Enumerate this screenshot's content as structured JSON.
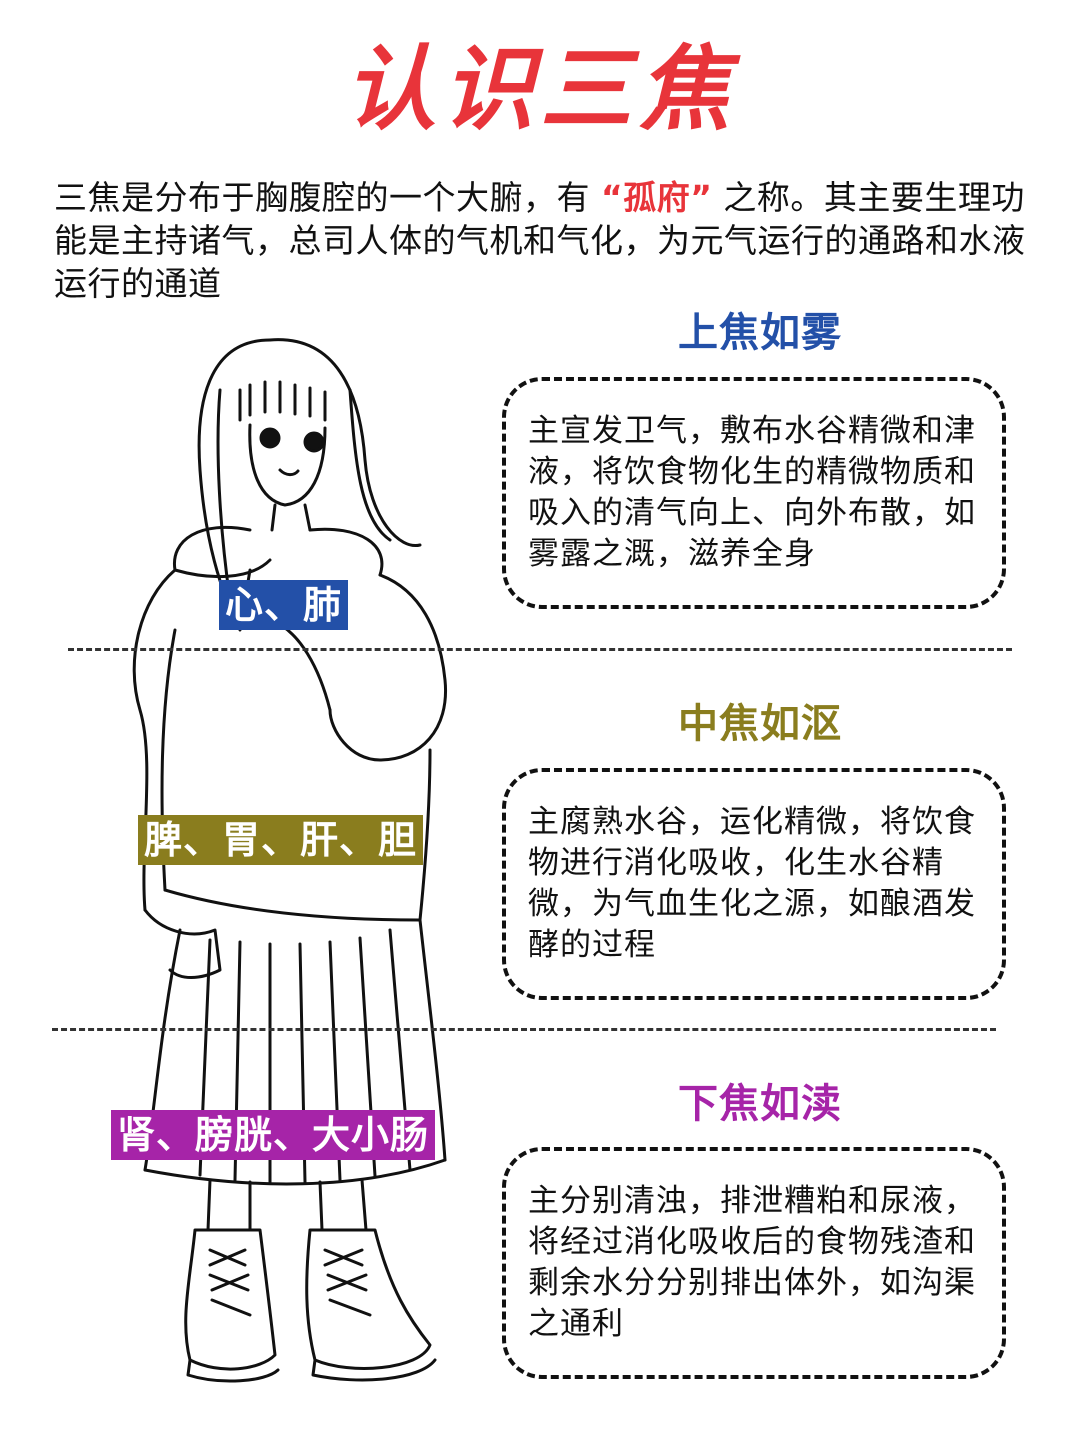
{
  "title": "认识三焦",
  "intro": {
    "before": "三焦是分布于胸腹腔的一个大腑，有",
    "highlight": "“孤府”",
    "after": "之称。其主要生理功能是主持诸气，总司人体的气机和气化，为元气运行的通路和水液运行的通道"
  },
  "sections": [
    {
      "title": "上焦如雾",
      "organs": "心、肺",
      "description": "主宣发卫气，敷布水谷精微和津液，将饮食物化生的精微物质和吸入的清气向上、向外布散，如雾露之溉，滋养全身"
    },
    {
      "title": "中焦如沤",
      "organs": "脾、胃、肝、胆",
      "description": "主腐熟水谷，运化精微，将饮食物进行消化吸收，化生水谷精微，为气血生化之源，如酿酒发酵的过程"
    },
    {
      "title": "下焦如渎",
      "organs": "肾、膀胱、大小肠",
      "description": "主分别清浊，排泄糟粕和尿液，将经过消化吸收后的食物残渣和剩余水分分别排出体外，如沟渠之通利"
    }
  ],
  "colors": {
    "title": "#e8343a",
    "upper": "#2350a8",
    "middle": "#8a7d1e",
    "lower": "#a624a8",
    "text": "#111111"
  },
  "icons": {
    "figure": "girl-illustration"
  }
}
